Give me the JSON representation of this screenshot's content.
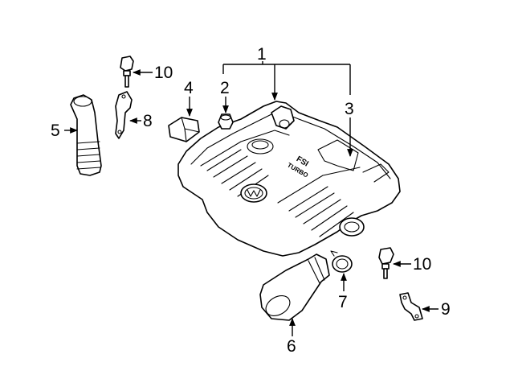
{
  "callouts": {
    "c1": "1",
    "c2": "2",
    "c3": "3",
    "c4": "4",
    "c5": "5",
    "c6": "6",
    "c7": "7",
    "c8": "8",
    "c9": "9",
    "c10a": "10",
    "c10b": "10"
  },
  "engine_cover": {
    "badge_top": "FSI",
    "badge_bottom": "TURBO"
  }
}
